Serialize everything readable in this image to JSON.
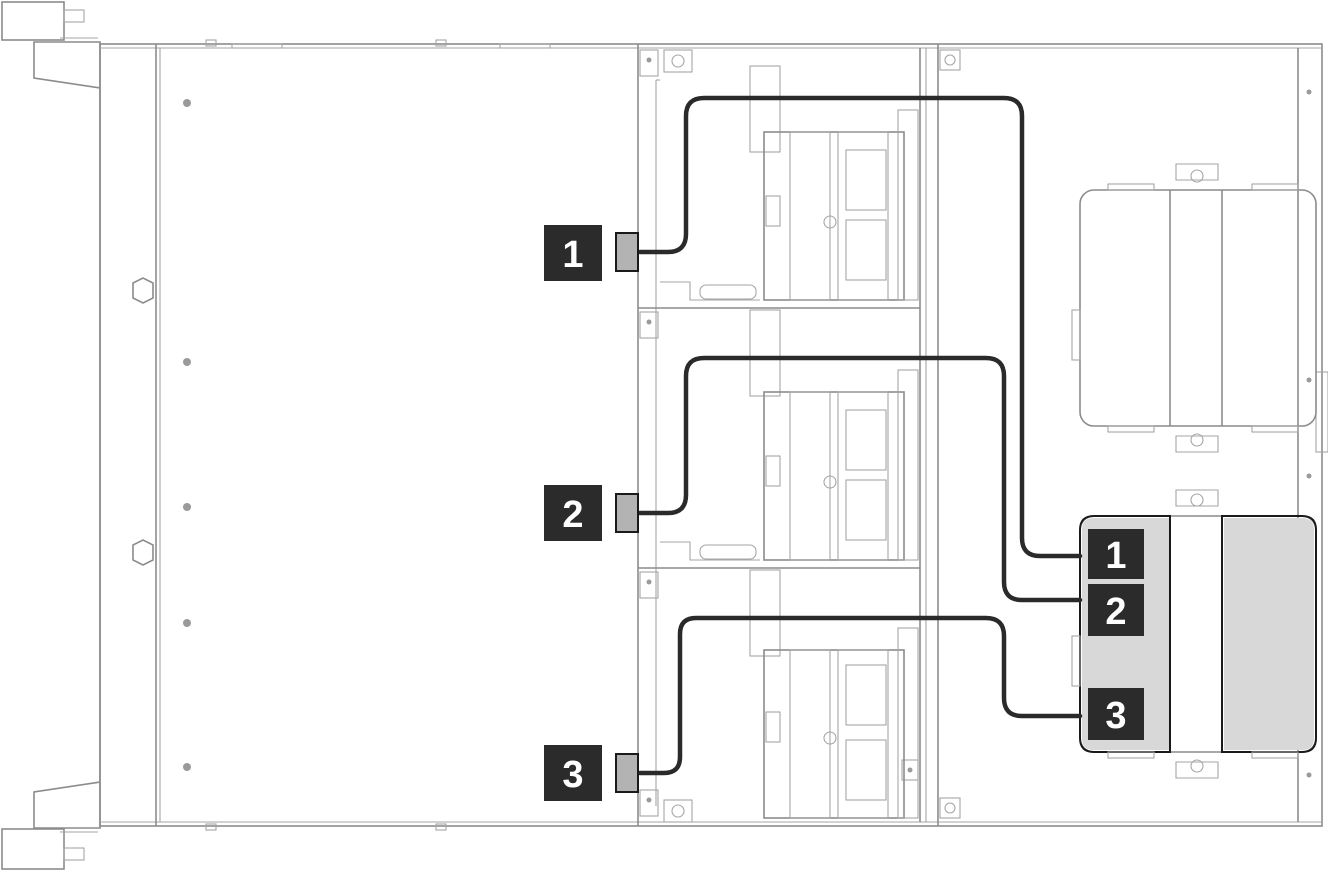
{
  "callouts": {
    "left": [
      "1",
      "2",
      "3"
    ],
    "right": [
      "1",
      "2",
      "3"
    ]
  },
  "colors": {
    "cable": "#2a2a2a",
    "callout_bg": "#2b2b2b",
    "callout_text": "#ffffff",
    "connector_fill": "#b3b3b3",
    "highlight_fill": "#d8d8d8",
    "chassis_outline": "#8c8c8c"
  },
  "icons": [
    "chassis",
    "fan-cage",
    "power-supply-bay",
    "cable",
    "connector"
  ]
}
